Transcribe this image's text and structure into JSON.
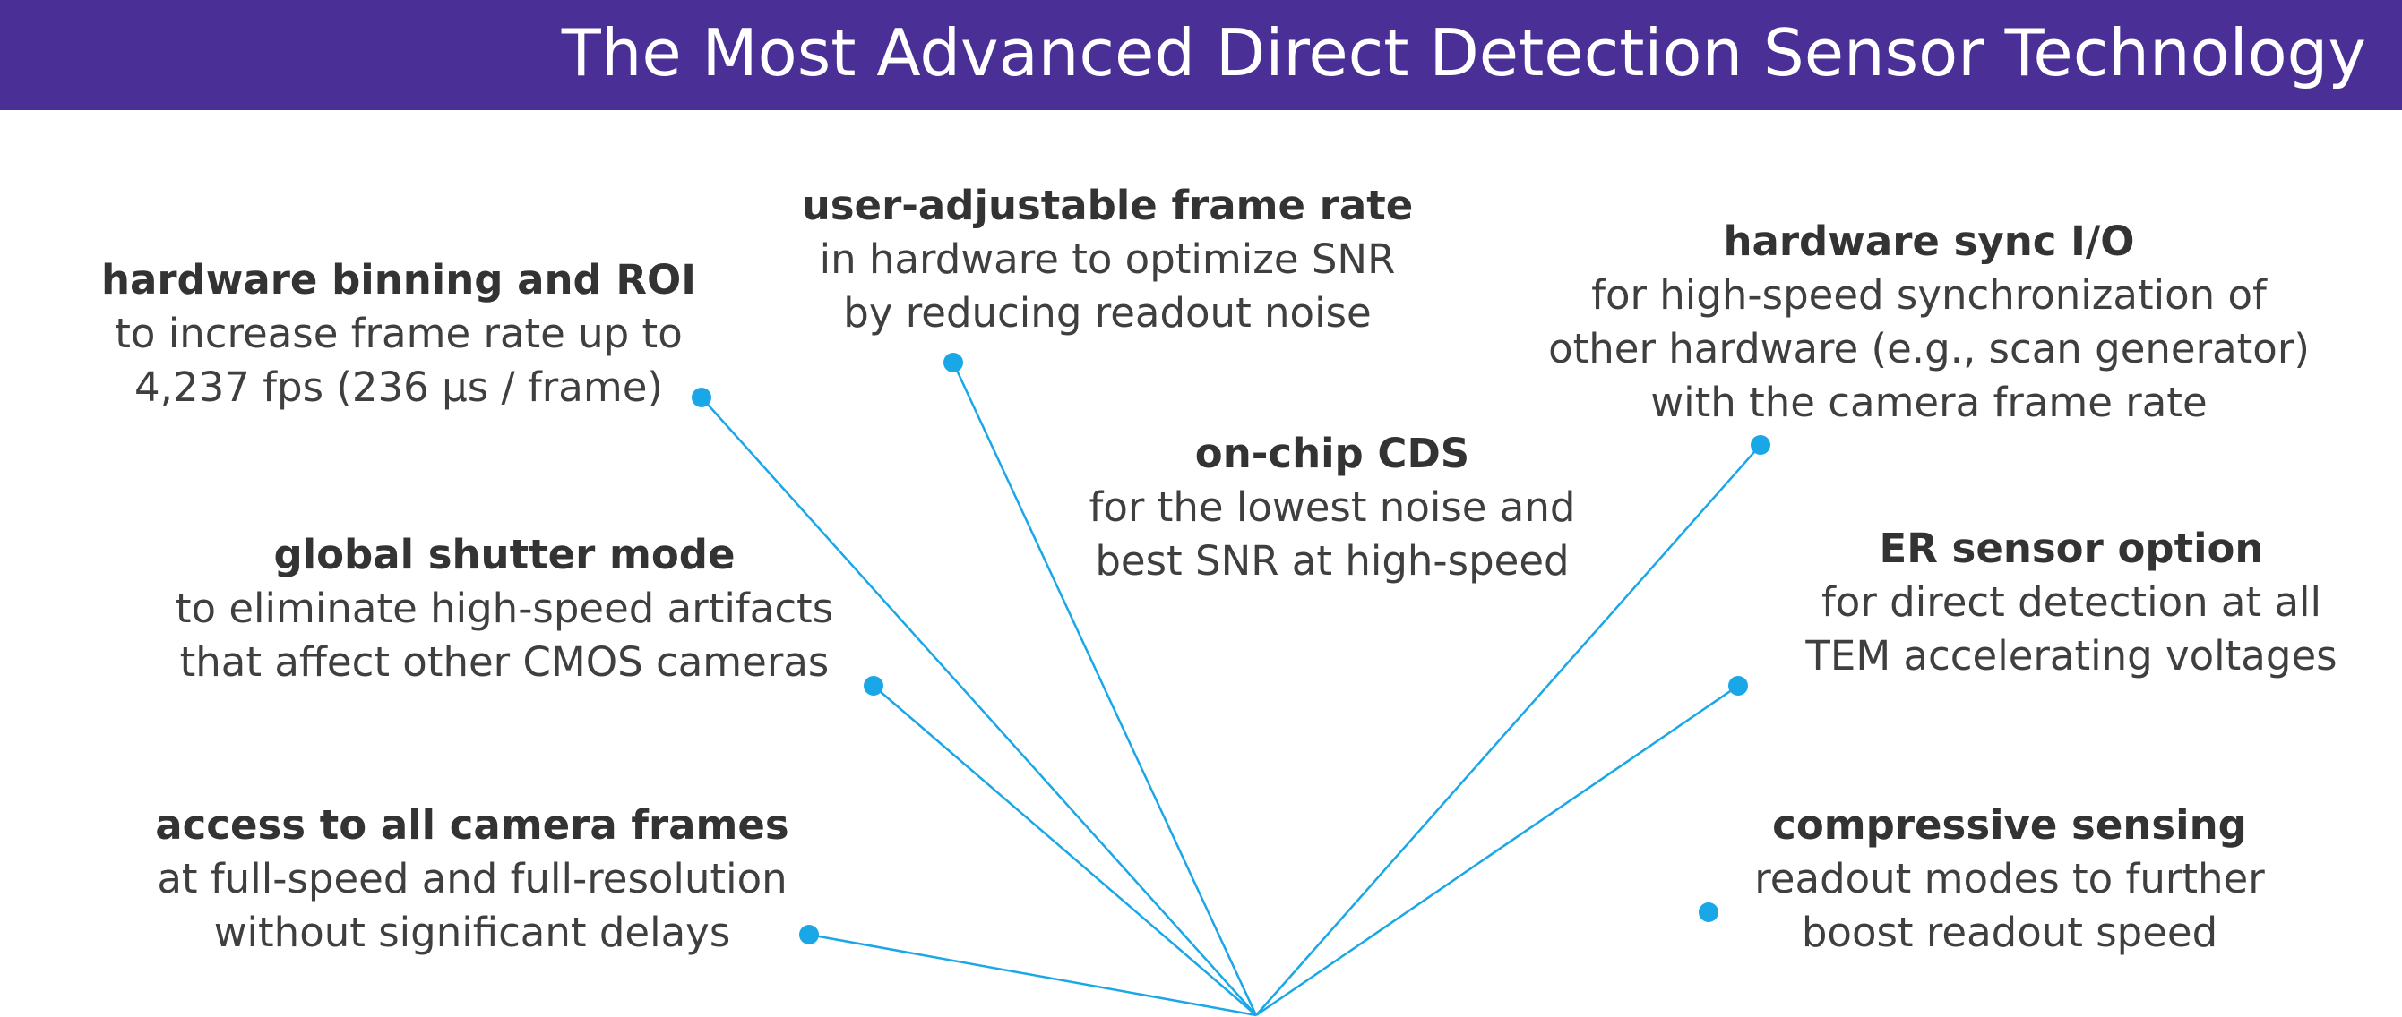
{
  "title": "The Most Advanced Direct Detection Sensor Technology",
  "colors": {
    "header": "#4a2f96",
    "accent": "#1aa7e8",
    "text": "#3a3a3a"
  },
  "callouts": [
    {
      "title": "hardware binning and ROI",
      "lines": [
        "to increase frame rate up to",
        "4,237 fps (236 µs / frame)"
      ]
    },
    {
      "title": "user-adjustable frame rate",
      "lines": [
        "in hardware to optimize SNR",
        "by reducing readout noise"
      ]
    },
    {
      "title": "hardware sync I/O",
      "lines": [
        "for high-speed synchronization of",
        "other hardware (e.g., scan generator)",
        "with the camera frame rate"
      ]
    },
    {
      "title": "on-chip CDS",
      "lines": [
        "for the lowest noise and",
        "best SNR at high-speed"
      ]
    },
    {
      "title": "global shutter mode",
      "lines": [
        "to eliminate high-speed artifacts",
        "that affect other CMOS cameras"
      ]
    },
    {
      "title": "ER sensor option",
      "lines": [
        "for direct detection at all",
        "TEM accelerating voltages"
      ]
    },
    {
      "title": "access to all camera frames",
      "lines": [
        "at full-speed and full-resolution",
        "without significant delays"
      ]
    },
    {
      "title": "compressive sensing",
      "lines": [
        "readout modes to further",
        "boost readout speed"
      ]
    }
  ]
}
